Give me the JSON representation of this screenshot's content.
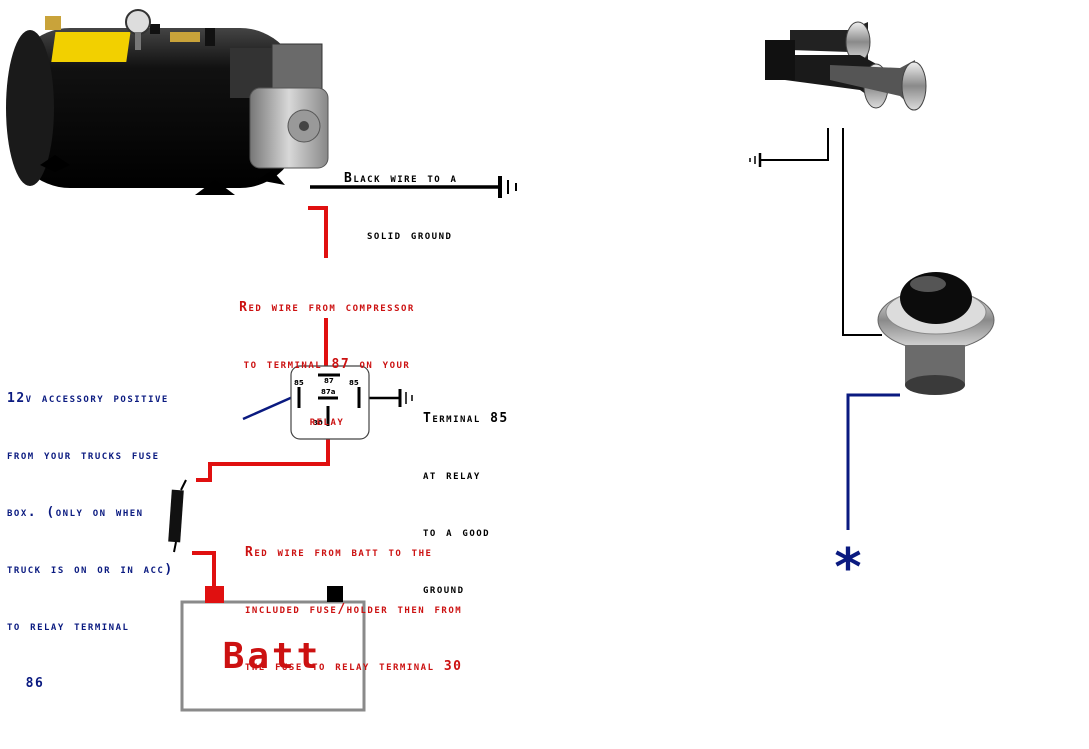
{
  "labels": {
    "ground_wire": [
      "Black wire to a",
      "solid ground"
    ],
    "compressor_wire": [
      "Red wire from compressor",
      "to terminal 87 on your",
      "relay"
    ],
    "accessory": [
      "12v accessory positive",
      "from your trucks fuse",
      "box. (only on when",
      "truck is on or in acc)",
      "to relay terminal",
      "  86"
    ],
    "terminal85": [
      "Terminal 85",
      "at relay",
      "to a good",
      "ground"
    ],
    "batt_wire": [
      "Red wire from batt to the",
      "included fuse/holder then from",
      "the fuse to relay terminal 30"
    ],
    "battery": "Batt",
    "asterisk": "*"
  },
  "relay_pins": {
    "p85l": "85",
    "p87": "87",
    "p87a": "87a",
    "p85r": "85",
    "p30": "30"
  },
  "colors": {
    "red_wire": "#e01010",
    "blue_wire": "#0a1a80",
    "ground_wire": "#000000",
    "battery_outline": "#888888"
  }
}
